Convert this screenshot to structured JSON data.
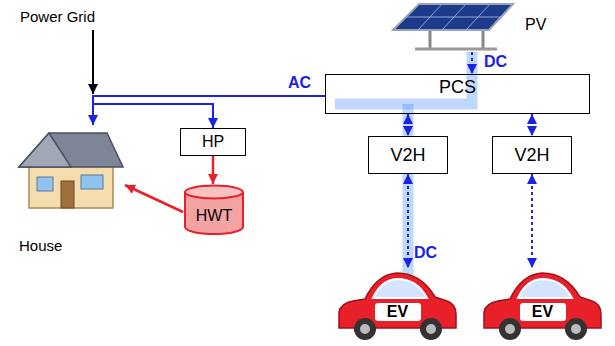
{
  "diagram": {
    "nodes": [
      {
        "text": [
          "PV"
        ]
      },
      {
        "text": [
          "PCS"
        ]
      },
      {
        "text": [
          "House"
        ]
      },
      {
        "text": [
          "HP"
        ]
      },
      {
        "text": [
          "V2H"
        ]
      },
      {
        "text": [
          "V2H"
        ]
      },
      {
        "text": [
          "HWT"
        ]
      },
      {
        "text": [
          "EV"
        ]
      },
      {
        "text": [
          "EV"
        ]
      }
    ],
    "edges": [
      {
        "from": 0,
        "to": 1,
        "arrow": "to"
      },
      {
        "from": 1,
        "to": 2,
        "arrow": "to"
      },
      {
        "from": 1,
        "to": 3,
        "arrow": "to"
      },
      {
        "from": 1,
        "to": 4,
        "arrow": "both"
      },
      {
        "from": 1,
        "to": 5,
        "arrow": "both"
      },
      {
        "from": 4,
        "to": 7,
        "arrow": "both"
      },
      {
        "from": 5,
        "to": 8,
        "arrow": "both"
      },
      {
        "from": 3,
        "to": 6,
        "arrow": "to"
      },
      {
        "from": 6,
        "to": 2,
        "arrow": "to"
      }
    ],
    "labels": [
      "Power Grid",
      "AC",
      "DC",
      "DC"
    ]
  }
}
